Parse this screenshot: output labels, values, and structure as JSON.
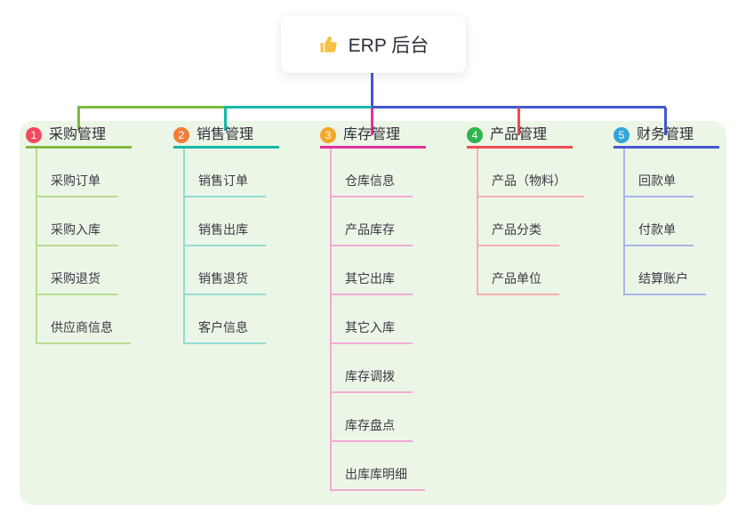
{
  "root": {
    "label": "ERP 后台",
    "icon": "thumbs-up-icon"
  },
  "branches": [
    {
      "index": "1",
      "label": "采购管理",
      "badge_color": "#f2495f",
      "line_color": "#7fba3f",
      "light_color": "#b9dc92",
      "children": [
        "采购订单",
        "采购入库",
        "采购退货",
        "供应商信息"
      ]
    },
    {
      "index": "2",
      "label": "销售管理",
      "badge_color": "#f07f3c",
      "line_color": "#16b8a8",
      "light_color": "#93dcd2",
      "children": [
        "销售订单",
        "销售出库",
        "销售退货",
        "客户信息"
      ]
    },
    {
      "index": "3",
      "label": "库存管理",
      "badge_color": "#f3a62a",
      "line_color": "#e82f9e",
      "light_color": "#f3a9d6",
      "children": [
        "仓库信息",
        "产品库存",
        "其它出库",
        "其它入库",
        "库存调拨",
        "库存盘点",
        "出库库明细"
      ]
    },
    {
      "index": "4",
      "label": "产品管理",
      "badge_color": "#2fb34f",
      "line_color": "#f04b52",
      "light_color": "#f8adb0",
      "children": [
        "产品（物料）",
        "产品分类",
        "产品单位"
      ]
    },
    {
      "index": "5",
      "label": "财务管理",
      "badge_color": "#33a6d9",
      "line_color": "#4558d0",
      "light_color": "#a9b6e8",
      "children": [
        "回款单",
        "付款单",
        "结算账户"
      ]
    }
  ],
  "colors": {
    "panel_bg": "#ecf6e6",
    "root_connector": "#4558d0",
    "thumb_icon": "#f6c244",
    "text": "#2e2e38"
  }
}
